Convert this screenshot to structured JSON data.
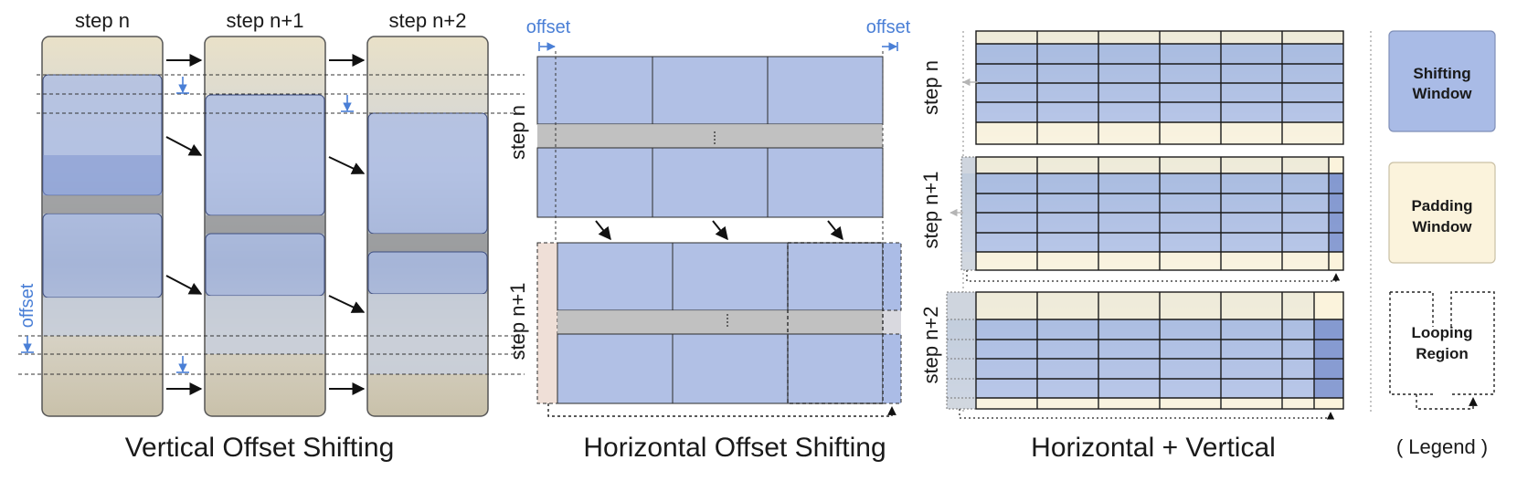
{
  "vertical": {
    "columns": [
      "step n",
      "step n+1",
      "step n+2"
    ],
    "offset_label": "offset",
    "caption": "Vertical Offset Shifting"
  },
  "horizontal": {
    "offset_left": "offset",
    "offset_right": "offset",
    "rows": [
      "step n",
      "step n+1"
    ],
    "caption": "Horizontal Offset Shifting"
  },
  "hv": {
    "rows": [
      "step n",
      "step n+1",
      "step n+2"
    ],
    "caption": "Horizontal + Vertical"
  },
  "legend": {
    "shifting_line1": "Shifting",
    "shifting_line2": "Window",
    "padding_line1": "Padding",
    "padding_line2": "Window",
    "looping_line1": "Looping",
    "looping_line2": "Region",
    "caption": "( Legend )"
  },
  "colors": {
    "shifting": "#a9bbe6",
    "padding": "#fbf3dc",
    "offset": "#4a7fd6",
    "frame": "#2b2b2b"
  }
}
